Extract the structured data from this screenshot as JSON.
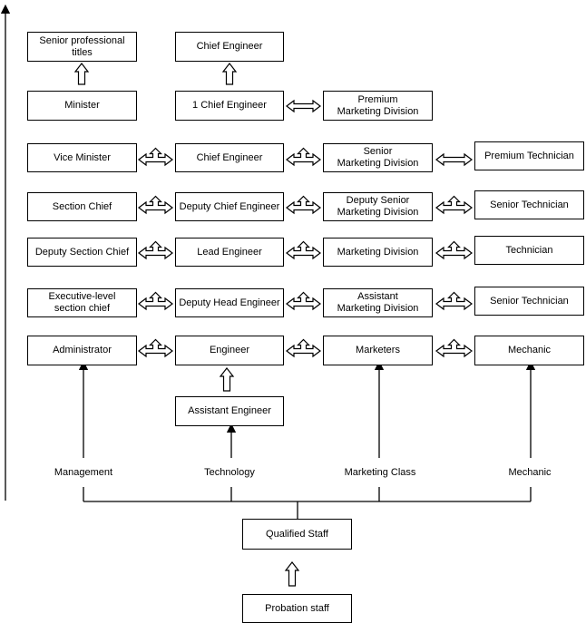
{
  "boxes": {
    "senior_titles": "Senior professional titles",
    "chief_engineer_top": "Chief Engineer",
    "minister": "Minister",
    "chief_engineer_1": "1 Chief Engineer",
    "premium_marketing": "Premium\nMarketing Division",
    "vice_minister": "Vice Minister",
    "chief_engineer": "Chief Engineer",
    "senior_marketing": "Senior\nMarketing Division",
    "premium_technician": "Premium Technician",
    "section_chief": "Section Chief",
    "deputy_chief_engineer": "Deputy Chief Engineer",
    "deputy_senior_marketing": "Deputy Senior\nMarketing Division",
    "senior_technician_1": "Senior Technician",
    "deputy_section_chief": "Deputy Section Chief",
    "lead_engineer": "Lead Engineer",
    "marketing_division": "Marketing Division",
    "technician": "Technician",
    "exec_section_chief": "Executive-level\nsection chief",
    "deputy_head_engineer": "Deputy Head Engineer",
    "assistant_marketing": "Assistant\nMarketing Division",
    "senior_technician_2": "Senior Technician",
    "administrator": "Administrator",
    "engineer": "Engineer",
    "marketers": "Marketers",
    "mechanic_box": "Mechanic",
    "assistant_engineer": "Assistant Engineer",
    "qualified_staff": "Qualified Staff",
    "probation_staff": "Probation staff"
  },
  "tracks": {
    "management": "Management",
    "technology": "Technology",
    "marketing_class": "Marketing Class",
    "mechanic": "Mechanic"
  }
}
